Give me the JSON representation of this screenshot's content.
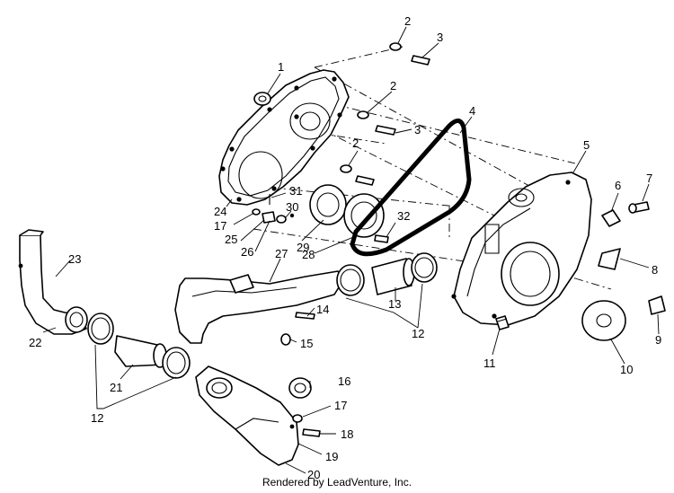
{
  "diagram": {
    "callouts": [
      {
        "id": "c1",
        "label": "1"
      },
      {
        "id": "c2a",
        "label": "2"
      },
      {
        "id": "c2b",
        "label": "2"
      },
      {
        "id": "c2c",
        "label": "2"
      },
      {
        "id": "c3a",
        "label": "3"
      },
      {
        "id": "c3b",
        "label": "3"
      },
      {
        "id": "c4",
        "label": "4"
      },
      {
        "id": "c5",
        "label": "5"
      },
      {
        "id": "c6",
        "label": "6"
      },
      {
        "id": "c7",
        "label": "7"
      },
      {
        "id": "c8",
        "label": "8"
      },
      {
        "id": "c9",
        "label": "9"
      },
      {
        "id": "c10",
        "label": "10"
      },
      {
        "id": "c11",
        "label": "11"
      },
      {
        "id": "c12a",
        "label": "12"
      },
      {
        "id": "c12b",
        "label": "12"
      },
      {
        "id": "c13",
        "label": "13"
      },
      {
        "id": "c14",
        "label": "14"
      },
      {
        "id": "c15",
        "label": "15"
      },
      {
        "id": "c16",
        "label": "16"
      },
      {
        "id": "c17a",
        "label": "17"
      },
      {
        "id": "c17b",
        "label": "17"
      },
      {
        "id": "c18",
        "label": "18"
      },
      {
        "id": "c19",
        "label": "19"
      },
      {
        "id": "c20",
        "label": "20"
      },
      {
        "id": "c21",
        "label": "21"
      },
      {
        "id": "c22",
        "label": "22"
      },
      {
        "id": "c23",
        "label": "23"
      },
      {
        "id": "c24",
        "label": "24"
      },
      {
        "id": "c25",
        "label": "25"
      },
      {
        "id": "c26",
        "label": "26"
      },
      {
        "id": "c27",
        "label": "27"
      },
      {
        "id": "c28",
        "label": "28"
      },
      {
        "id": "c29",
        "label": "29"
      },
      {
        "id": "c30",
        "label": "30"
      },
      {
        "id": "c31",
        "label": "31"
      },
      {
        "id": "c32",
        "label": "32"
      }
    ],
    "credit": "Rendered by LeadVenture, Inc."
  }
}
